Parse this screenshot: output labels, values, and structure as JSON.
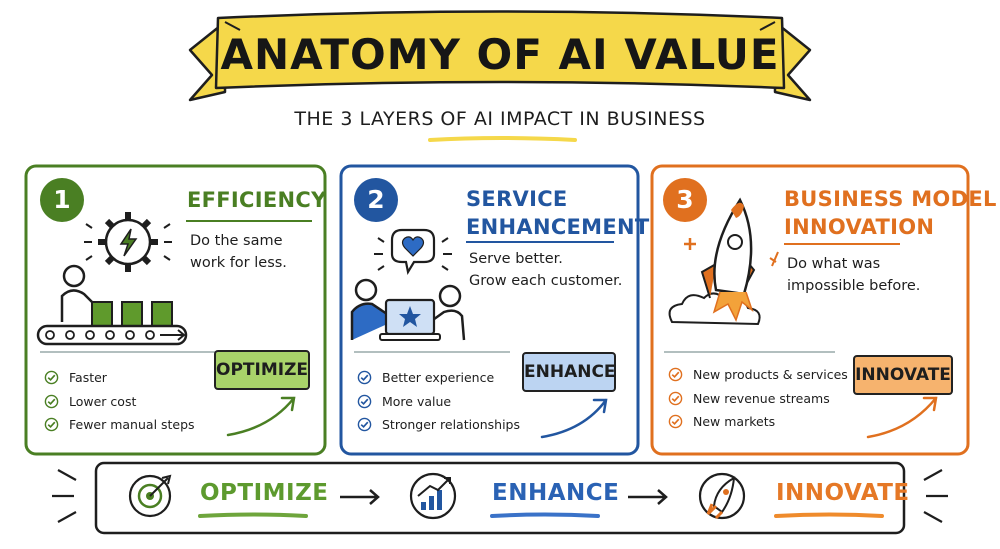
{
  "header": {
    "title": "ANATOMY OF AI VALUE",
    "subtitle": "THE 3 LAYERS OF AI IMPACT IN BUSINESS"
  },
  "colors": {
    "green": "#4a7f23",
    "blue": "#2256a0",
    "orange": "#e0701f",
    "banner_yellow": "#f5d84a"
  },
  "panels": [
    {
      "number": "1",
      "title_lines": [
        "EFFICIENCY"
      ],
      "description_lines": [
        "Do the same",
        "work for less."
      ],
      "bullets": [
        "Faster",
        "Lower cost",
        "Fewer manual steps"
      ],
      "tag": "OPTIMIZE",
      "icons": [
        "gear-lightning-icon",
        "conveyor-worker-icon"
      ]
    },
    {
      "number": "2",
      "title_lines": [
        "SERVICE",
        "ENHANCEMENT"
      ],
      "description_lines": [
        "Serve better.",
        "Grow each customer."
      ],
      "bullets": [
        "Better experience",
        "More value",
        "Stronger relationships"
      ],
      "tag": "ENHANCE",
      "icons": [
        "heart-speech-icon",
        "people-laptop-icon"
      ]
    },
    {
      "number": "3",
      "title_lines": [
        "BUSINESS MODEL",
        "INNOVATION"
      ],
      "description_lines": [
        "Do what was",
        "impossible before."
      ],
      "bullets": [
        "New products & services",
        "New revenue streams",
        "New markets"
      ],
      "tag": "INNOVATE",
      "icons": [
        "rocket-icon"
      ]
    }
  ],
  "flow": {
    "steps": [
      {
        "label": "OPTIMIZE",
        "icon": "target-icon"
      },
      {
        "label": "ENHANCE",
        "icon": "growth-chart-icon"
      },
      {
        "label": "INNOVATE",
        "icon": "rocket-icon"
      }
    ]
  }
}
